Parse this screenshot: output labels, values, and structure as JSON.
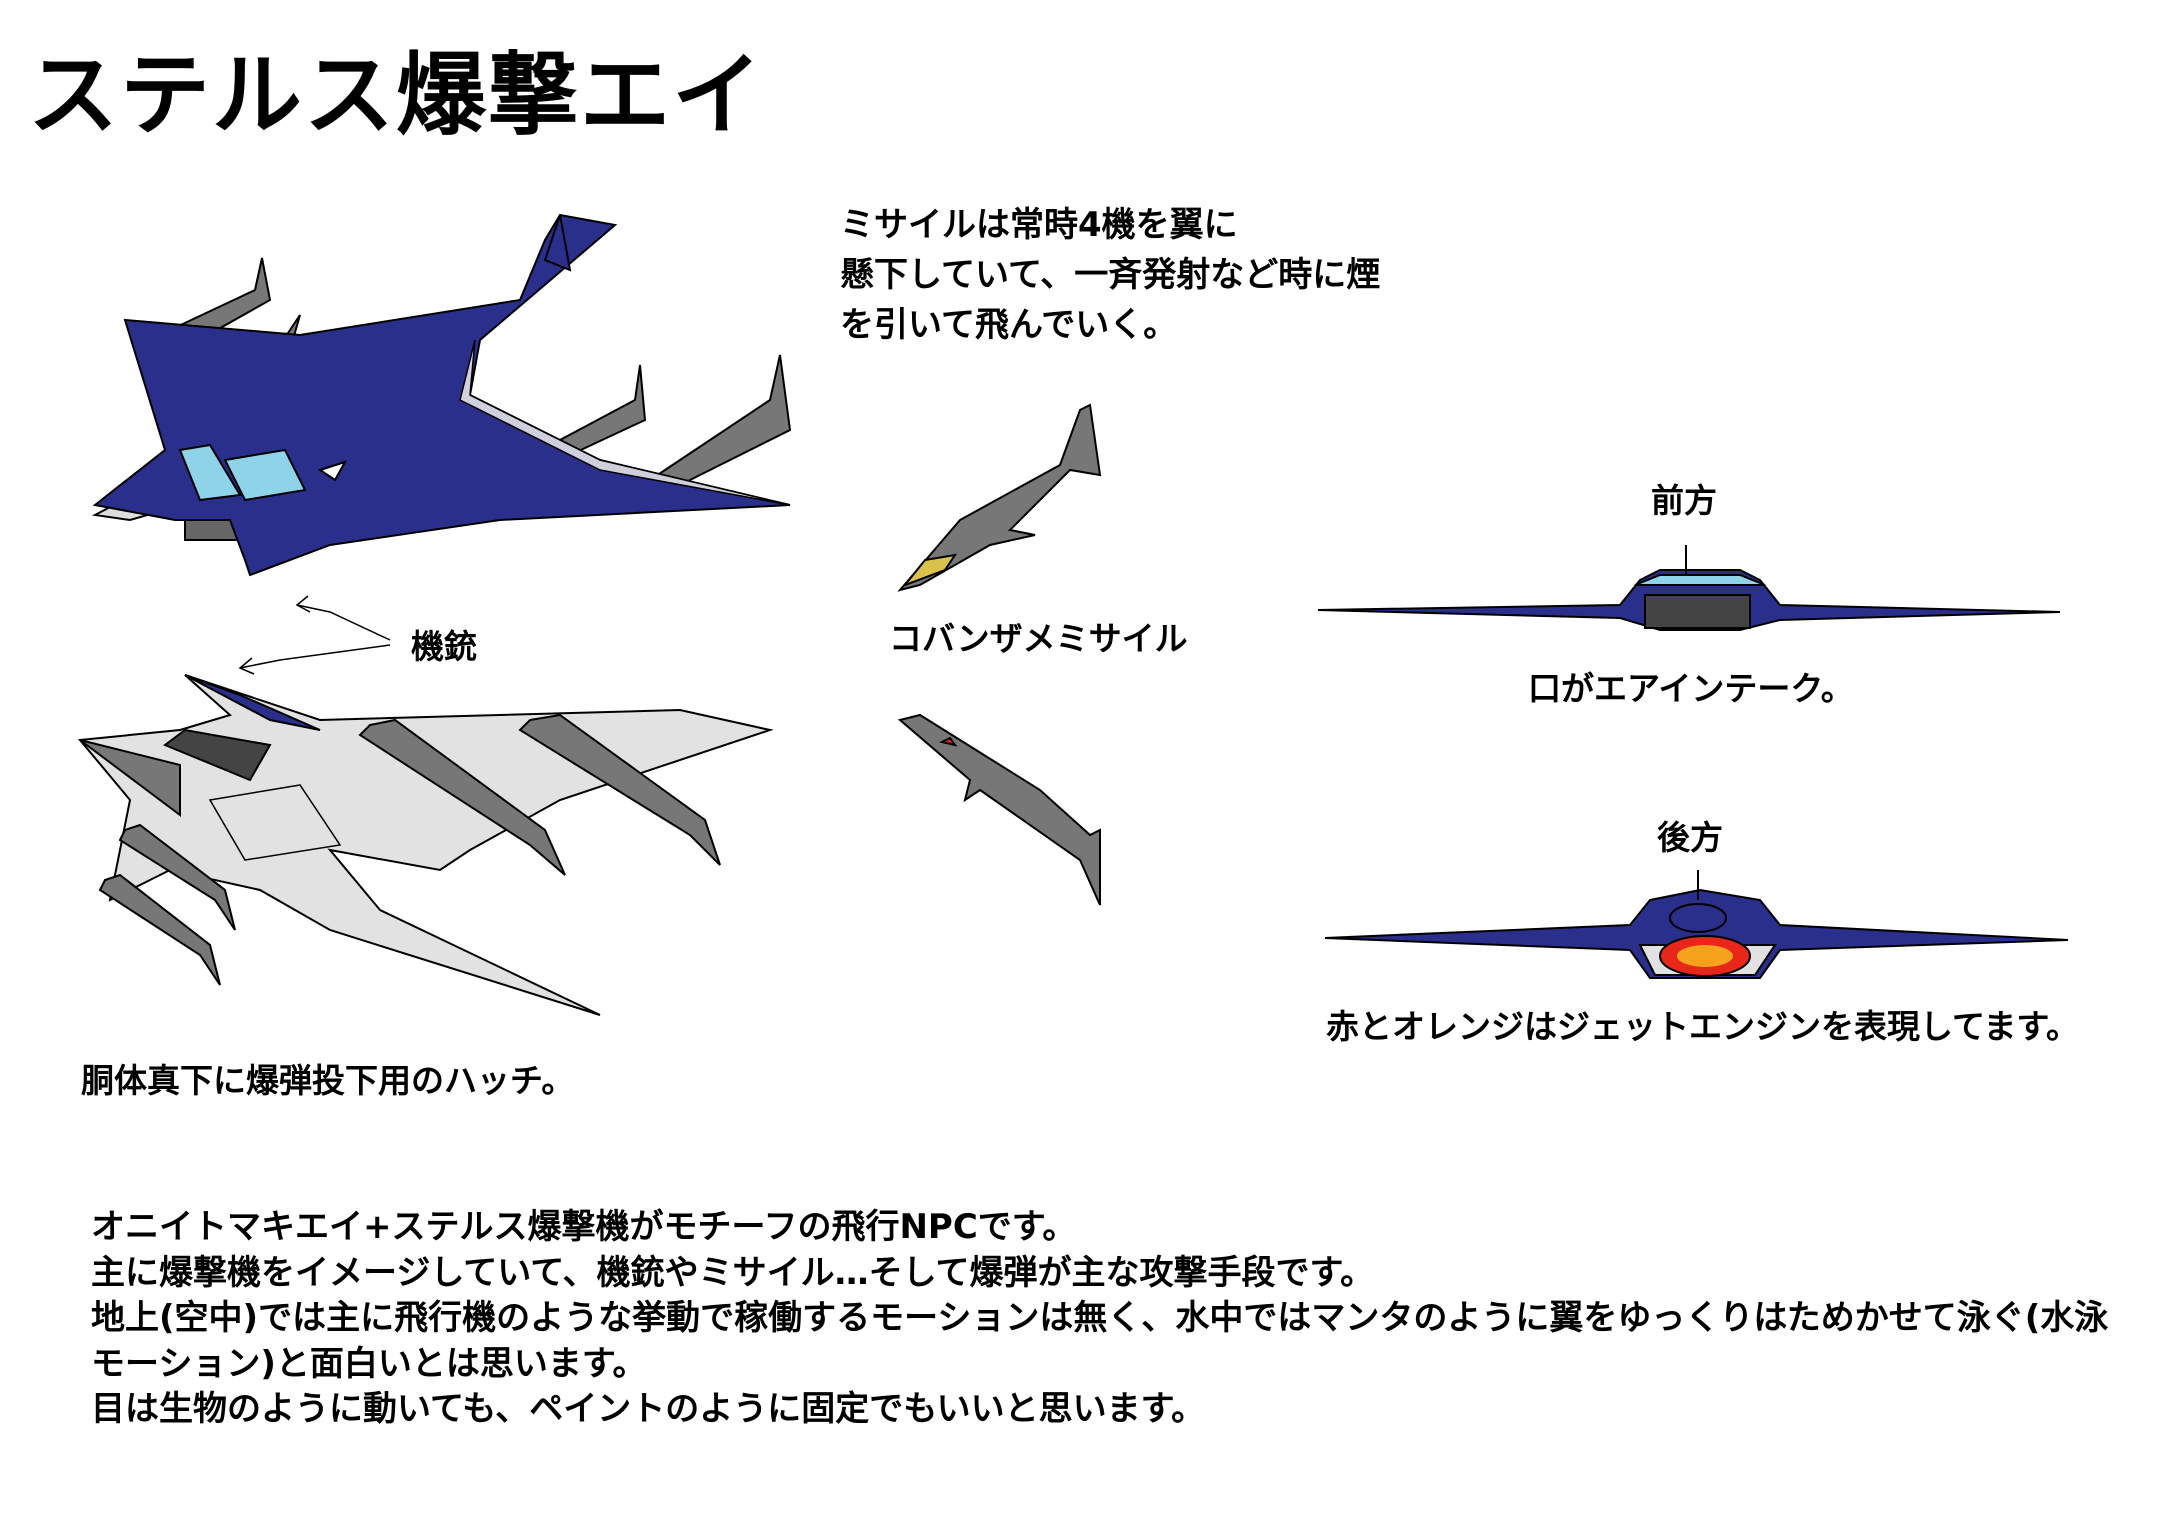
{
  "title": "ステルス爆撃エイ",
  "missile_note": [
    "ミサイルは常時4機を翼に",
    "懸下していて、一斉発射など時に煙",
    "を引いて飛んでいく。"
  ],
  "labels": {
    "machine_gun": "機銃",
    "missile_name": "コバンザメミサイル",
    "front": "前方",
    "front_caption": "口がエアインテーク。",
    "rear": "後方",
    "rear_caption": "赤とオレンジはジェットエンジンを表現してます。",
    "belly_caption": "胴体真下に爆弾投下用のハッチ。"
  },
  "description": [
    "オニイトマキエイ+ステルス爆撃機がモチーフの飛行NPCです。",
    "主に爆撃機をイメージしていて、機銃やミサイル…そして爆弾が主な攻撃手段です。",
    "地上(空中)では主に飛行機のような挙動で稼働するモーションは無く、水中ではマンタのように翼をゆっくりはためかせて泳ぐ(水泳",
    "モーション)と面白いとは思います。",
    "目は生物のように動いても、ペイントのように固定でもいいと思います。"
  ],
  "colors": {
    "body": "#2b2f8c",
    "missile": "#777777",
    "belly": "#e2e2e2",
    "canopy": "#8fd3e8",
    "engine_red": "#e8261a",
    "engine_orange": "#f7a21c"
  }
}
